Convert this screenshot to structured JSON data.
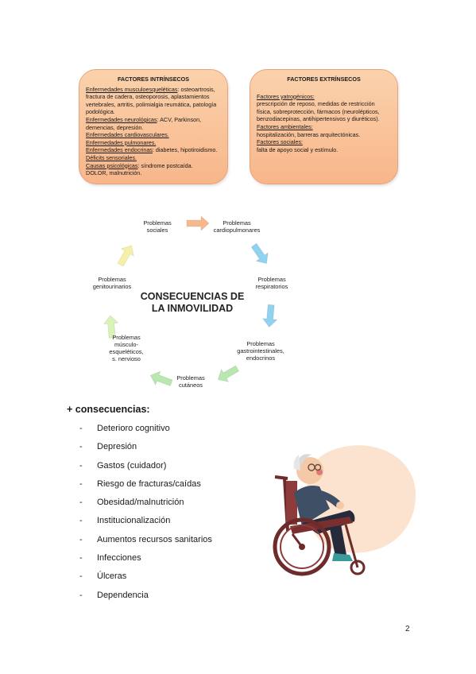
{
  "intrinsic": {
    "title": "FACTORES INTRÍNSECOS",
    "items": [
      {
        "label": "Enfermedades musculoesqueléticas",
        "text": ": osteoartrosis, fractura de cadera, osteoporosis, aplastamientos vertebrales, artritis, polimialgia reumática, patología podológica."
      },
      {
        "label": "Enfermedades neurológicas",
        "text": ": ACV, Parkinson, demencias, depresión."
      },
      {
        "label": "Enfermedades cardiovasculares.",
        "text": ""
      },
      {
        "label": "Enfermedades pulmonares.",
        "text": ""
      },
      {
        "label": "Enfermedades endocrinas",
        "text": ": diabetes, hipotiroidismo."
      },
      {
        "label": "Déficits sensoriales.",
        "text": ""
      },
      {
        "label": "Causas psicológicas",
        "text": ": síndrome postcaída."
      }
    ],
    "tail": "DOLOR, malnutrición."
  },
  "extrinsic": {
    "title": "FACTORES EXTRÍNSECOS",
    "items": [
      {
        "label": "Factores yatrogénicos:",
        "text": "prescripción de reposo, medidas de restricción física, sobreprotección, fármacos (neurolépticos, benzodiacepinas, antihipertensivos y diuréticos)."
      },
      {
        "label": "Factores ambientales:",
        "text": "hospitalización, barreras arquitectónicas."
      },
      {
        "label": "Factores sociales:",
        "text": "falta de apoyo social y estímulo."
      }
    ]
  },
  "cycle": {
    "title": "CONSECUENCIAS DE LA INMOVILIDAD",
    "nodes": [
      "Problemas\nsociales",
      "Problemas\ncardiopulmonares",
      "Problemas\nrespiratorios",
      "Problemas\ngastrointestinales,\nendocrinos",
      "Problemas\ncutáneos",
      "Problemas\nmúsculo-\nesqueléticos,\ns. nervioso",
      "Problemas\ngenitourinarios"
    ],
    "arrow_colors": [
      "#f7b98c",
      "#8fd3ee",
      "#8fd3ee",
      "#b8e7b0",
      "#b8e7b0",
      "#d9f3b9",
      "#f6f1a9"
    ]
  },
  "more": {
    "heading": "+ consecuencias:",
    "items": [
      "Deterioro cognitivo",
      "Depresión",
      "Gastos (cuidador)",
      "Riesgo de fracturas/caídas",
      "Obesidad/malnutrición",
      "Institucionalización",
      "Aumentos recursos sanitarios",
      "Infecciones",
      "Úlceras",
      "Dependencia"
    ],
    "bullet": "-"
  },
  "page_number": "2"
}
